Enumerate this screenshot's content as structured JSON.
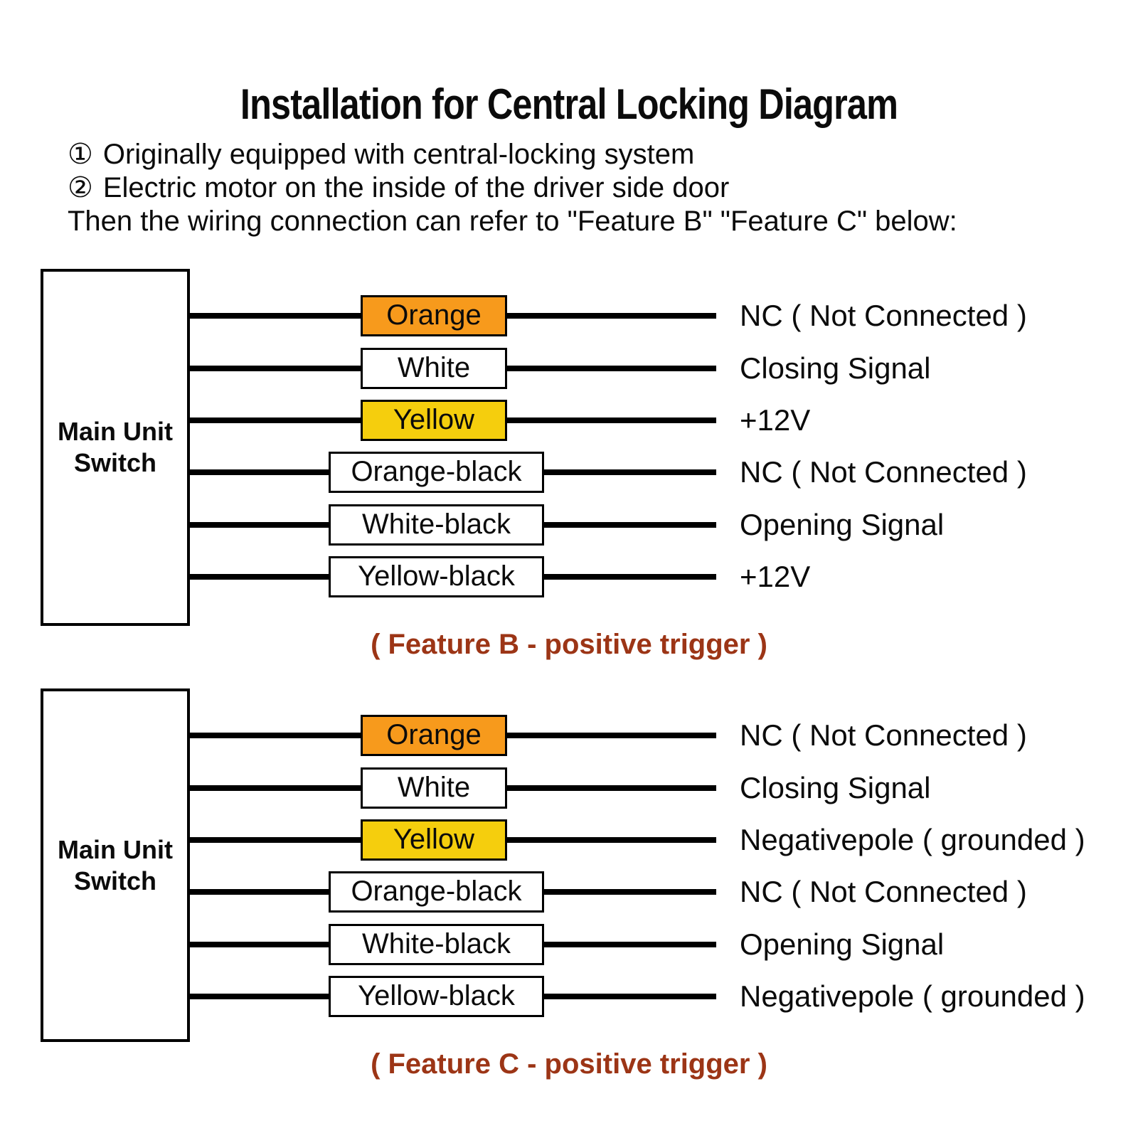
{
  "title": "Installation for Central Locking Diagram",
  "notes": {
    "item1_bullet": "①",
    "item1_text": "Originally equipped with central-locking system",
    "item2_bullet": "②",
    "item2_text": "Electric motor on the inside of the driver side door",
    "footer": "Then the wiring connection can refer to \"Feature B\" \"Feature C\" below:"
  },
  "colors": {
    "orange": "#f79a1c",
    "yellow": "#f5ce0d",
    "white": "#ffffff",
    "caption": "#9c3516",
    "wire": "#000000"
  },
  "diagrams": [
    {
      "name": "Feature B",
      "source_label": "Main Unit Switch",
      "caption": "( Feature B - positive trigger )",
      "rows": [
        {
          "wire": "Orange",
          "color": "orange",
          "signal": "NC ( Not Connected )"
        },
        {
          "wire": "White",
          "color": "white",
          "signal": "Closing Signal"
        },
        {
          "wire": "Yellow",
          "color": "yellow",
          "signal": "+12V"
        },
        {
          "wire": "Orange-black",
          "color": "white",
          "signal": "NC ( Not Connected )"
        },
        {
          "wire": "White-black",
          "color": "white",
          "signal": "Opening Signal"
        },
        {
          "wire": "Yellow-black",
          "color": "white",
          "signal": "+12V"
        }
      ]
    },
    {
      "name": "Feature C",
      "source_label": "Main Unit Switch",
      "caption": "( Feature C - positive trigger )",
      "rows": [
        {
          "wire": "Orange",
          "color": "orange",
          "signal": "NC ( Not Connected )"
        },
        {
          "wire": "White",
          "color": "white",
          "signal": "Closing Signal"
        },
        {
          "wire": "Yellow",
          "color": "yellow",
          "signal": "Negativepole ( grounded )"
        },
        {
          "wire": "Orange-black",
          "color": "white",
          "signal": "NC ( Not Connected )"
        },
        {
          "wire": "White-black",
          "color": "white",
          "signal": "Opening Signal"
        },
        {
          "wire": "Yellow-black",
          "color": "white",
          "signal": "Negativepole ( grounded )"
        }
      ]
    }
  ]
}
